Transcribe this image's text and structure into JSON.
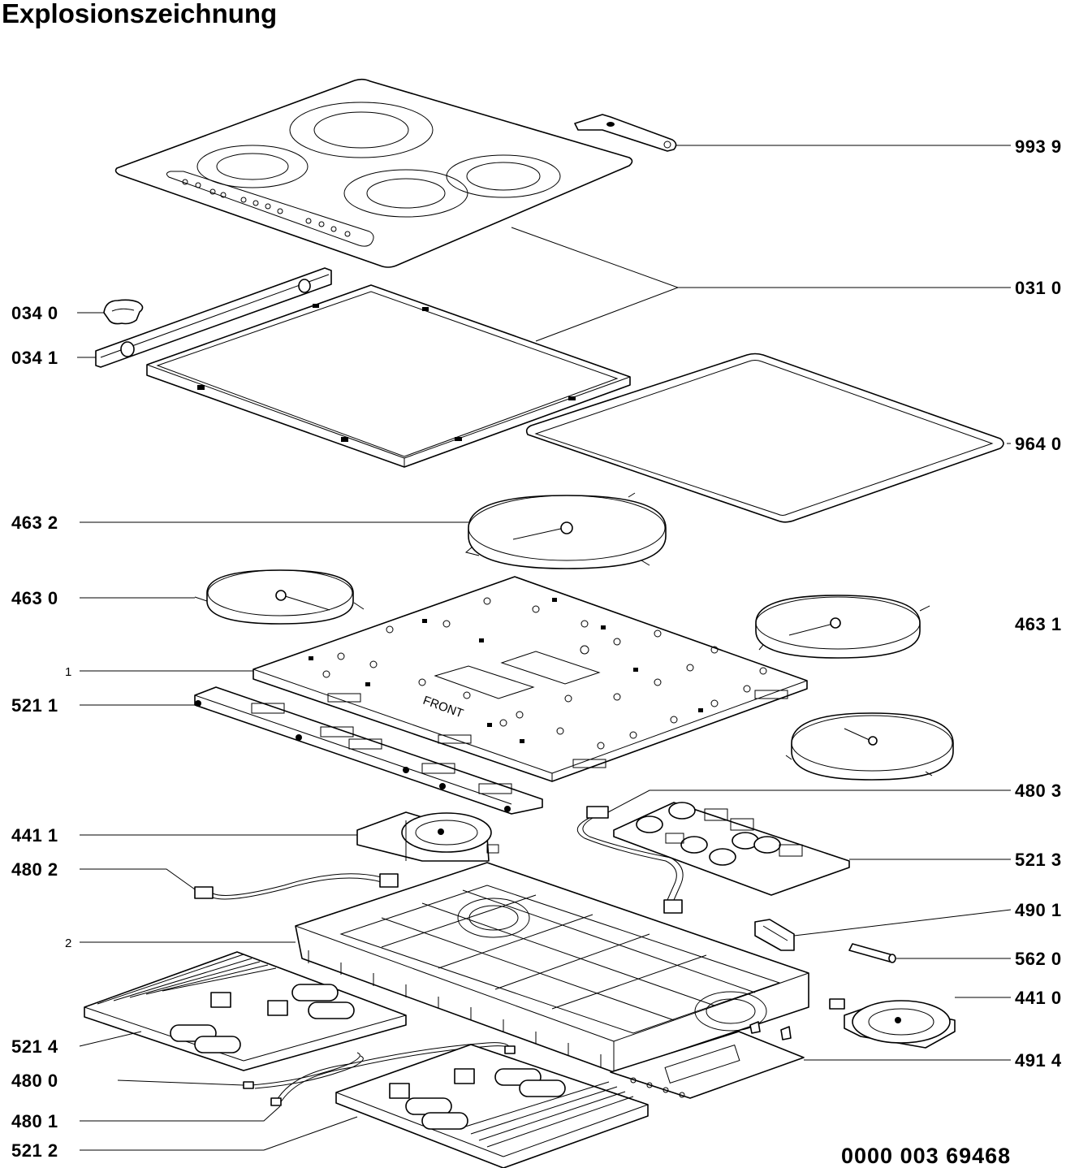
{
  "title": "Explosionszeichnung",
  "document_number": "0000 003 69468",
  "callouts": {
    "p993_9": "993 9",
    "p031_0": "031 0",
    "p034_0": "034 0",
    "p034_1": "034 1",
    "p964_0": "964 0",
    "p463_2": "463 2",
    "p463_0": "463 0",
    "p463_1": "463 1",
    "p1": "1",
    "p521_1": "521 1",
    "p480_3": "480 3",
    "p441_1": "441 1",
    "p480_2": "480 2",
    "p521_3": "521 3",
    "p490_1": "490 1",
    "p2": "2",
    "p562_0": "562 0",
    "p441_0": "441 0",
    "p521_4": "521 4",
    "p491_4": "491 4",
    "p480_0": "480 0",
    "p480_1": "480 1",
    "p521_2": "521 2"
  },
  "panel_markings": {
    "front": "FRONT"
  }
}
